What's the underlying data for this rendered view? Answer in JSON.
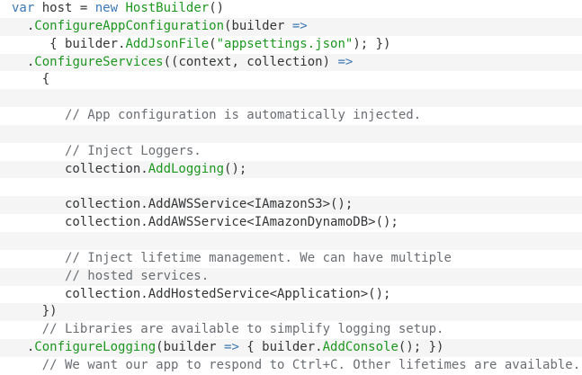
{
  "meta": {
    "description": "Syntax-highlighted C# code snippet showing AWS SDK dependency injection with HostBuilder",
    "language": "csharp"
  },
  "colors": {
    "background": "#ffffff",
    "row_stripe": "#f5f5f5",
    "default_text": "#333537",
    "keyword": "#3c78b4",
    "method": "#1d9720",
    "string": "#1d9720",
    "operator": "#3c78b4",
    "comment": "#6a6e73"
  },
  "code": {
    "lines": [
      {
        "segments": [
          {
            "t": "var",
            "c": "kw"
          },
          {
            "t": " host = ",
            "c": "pl"
          },
          {
            "t": "new",
            "c": "kw"
          },
          {
            "t": " ",
            "c": "pl"
          },
          {
            "t": "HostBuilder",
            "c": "fn"
          },
          {
            "t": "()",
            "c": "pl"
          }
        ]
      },
      {
        "segments": [
          {
            "t": "  .",
            "c": "pl"
          },
          {
            "t": "ConfigureAppConfiguration",
            "c": "fn"
          },
          {
            "t": "(builder ",
            "c": "pl"
          },
          {
            "t": "=>",
            "c": "op"
          }
        ]
      },
      {
        "segments": [
          {
            "t": "     { builder.",
            "c": "pl"
          },
          {
            "t": "AddJsonFile",
            "c": "fn"
          },
          {
            "t": "(",
            "c": "pl"
          },
          {
            "t": "\"appsettings.json\"",
            "c": "str"
          },
          {
            "t": "); })",
            "c": "pl"
          }
        ]
      },
      {
        "segments": [
          {
            "t": "  .",
            "c": "pl"
          },
          {
            "t": "ConfigureServices",
            "c": "fn"
          },
          {
            "t": "((context, collection) ",
            "c": "pl"
          },
          {
            "t": "=>",
            "c": "op"
          }
        ]
      },
      {
        "segments": [
          {
            "t": "    {",
            "c": "pl"
          }
        ]
      },
      {
        "segments": []
      },
      {
        "segments": [
          {
            "t": "       ",
            "c": "pl"
          },
          {
            "t": "// App configuration is automatically injected.",
            "c": "cm"
          }
        ]
      },
      {
        "segments": []
      },
      {
        "segments": [
          {
            "t": "       ",
            "c": "pl"
          },
          {
            "t": "// Inject Loggers.",
            "c": "cm"
          }
        ]
      },
      {
        "segments": [
          {
            "t": "       collection.",
            "c": "pl"
          },
          {
            "t": "AddLogging",
            "c": "fn"
          },
          {
            "t": "();",
            "c": "pl"
          }
        ]
      },
      {
        "segments": []
      },
      {
        "segments": [
          {
            "t": "       collection.AddAWSService<IAmazonS3>();",
            "c": "pl"
          }
        ]
      },
      {
        "segments": [
          {
            "t": "       collection.AddAWSService<IAmazonDynamoDB>();",
            "c": "pl"
          }
        ]
      },
      {
        "segments": []
      },
      {
        "segments": [
          {
            "t": "       ",
            "c": "pl"
          },
          {
            "t": "// Inject lifetime management. We can have multiple",
            "c": "cm"
          }
        ]
      },
      {
        "segments": [
          {
            "t": "       ",
            "c": "pl"
          },
          {
            "t": "// hosted services.",
            "c": "cm"
          }
        ]
      },
      {
        "segments": [
          {
            "t": "       collection.AddHostedService<Application>();",
            "c": "pl"
          }
        ]
      },
      {
        "segments": [
          {
            "t": "    })",
            "c": "pl"
          }
        ]
      },
      {
        "segments": [
          {
            "t": "    ",
            "c": "pl"
          },
          {
            "t": "// Libraries are available to simplify logging setup.",
            "c": "cm"
          }
        ]
      },
      {
        "segments": [
          {
            "t": "  .",
            "c": "pl"
          },
          {
            "t": "ConfigureLogging",
            "c": "fn"
          },
          {
            "t": "(builder ",
            "c": "pl"
          },
          {
            "t": "=>",
            "c": "op"
          },
          {
            "t": " { builder.",
            "c": "pl"
          },
          {
            "t": "AddConsole",
            "c": "fn"
          },
          {
            "t": "(); })",
            "c": "pl"
          }
        ]
      },
      {
        "segments": [
          {
            "t": "    ",
            "c": "pl"
          },
          {
            "t": "// We want our app to respond to Ctrl+C. Other lifetimes are available.",
            "c": "cm"
          }
        ]
      }
    ]
  }
}
